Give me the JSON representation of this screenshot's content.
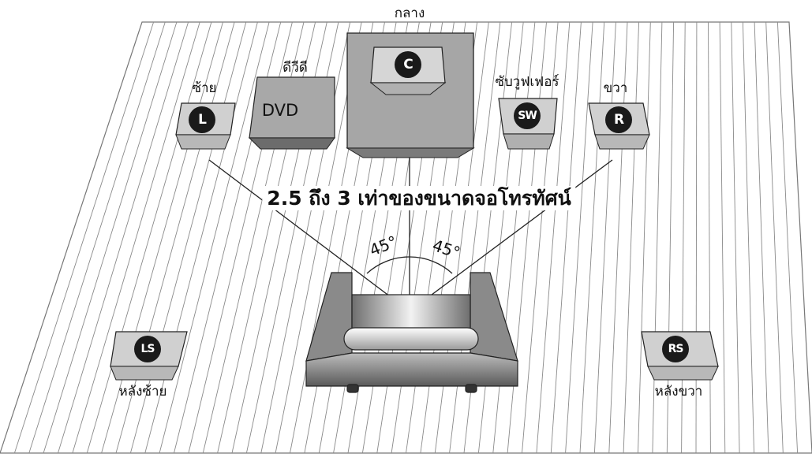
{
  "labels": {
    "center": "กลาง",
    "dvd": "ดีวีดี",
    "left": "ซ้าย",
    "subwoofer": "ซับวูฟเฟอร์",
    "right": "ขวา",
    "rear_left": "หลังซ้าย",
    "rear_right": "หลังขวา"
  },
  "device_text": {
    "dvd": "DVD"
  },
  "speaker_badges": {
    "center": "C",
    "left": "L",
    "right": "R",
    "subwoofer": "SW",
    "rear_left": "LS",
    "rear_right": "RS"
  },
  "distance_note": "2.5 ถึง 3 เท่าของขนาดจอโทรทัศน์",
  "angles": {
    "left": "45°",
    "right": "45°"
  }
}
